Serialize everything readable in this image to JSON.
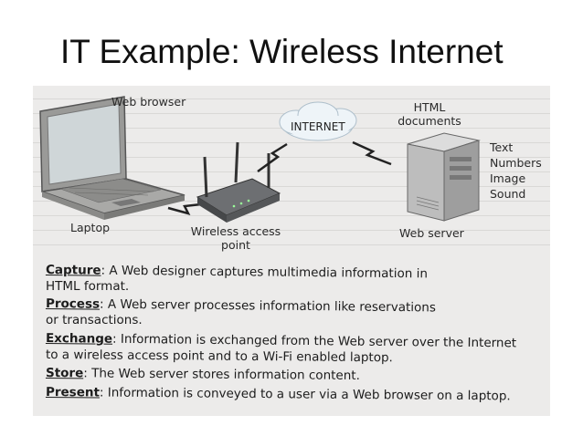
{
  "slide": {
    "title": "IT Example: Wireless Internet"
  },
  "diagram": {
    "web_browser": "Web browser",
    "internet": "INTERNET",
    "html_documents": [
      "HTML",
      "documents"
    ],
    "media_types": [
      "Text",
      "Numbers",
      "Image",
      "Sound"
    ],
    "laptop": "Laptop",
    "wireless_access_point": [
      "Wireless access",
      "point"
    ],
    "web_server": "Web server"
  },
  "caption": {
    "lines": [
      {
        "term": "Capture",
        "text": ": A Web designer captures multimedia information in"
      },
      {
        "term": "",
        "text": "HTML format."
      },
      {
        "term": "Process",
        "text": ": A Web server processes information like reservations"
      },
      {
        "term": "",
        "text": "or transactions."
      },
      {
        "term": "Exchange",
        "text": ": Information is exchanged from the Web server over the Internet"
      },
      {
        "term": "",
        "text": "to a wireless access point and to a Wi-Fi enabled laptop."
      },
      {
        "term": "Store",
        "text": ": The Web server stores information content."
      },
      {
        "term": "Present",
        "text": ": Information is conveyed to a user via a Web browser on a laptop."
      }
    ]
  },
  "colors": {
    "background": "#ffffff",
    "scan_background": "#ecebea",
    "title": "#111111",
    "text": "#1c1c1c"
  }
}
